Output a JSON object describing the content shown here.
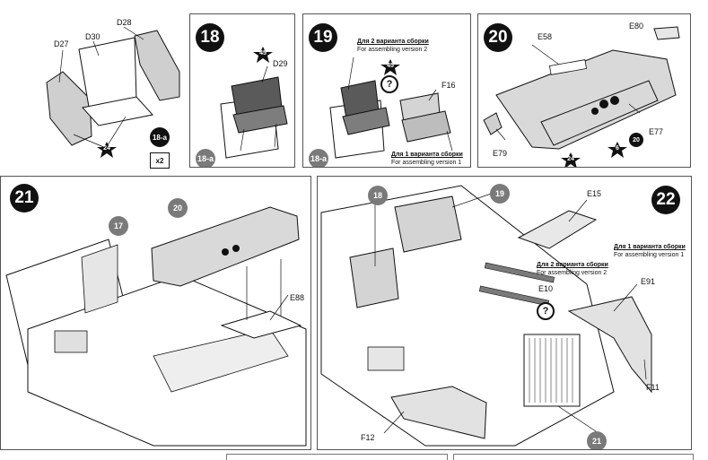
{
  "intro": {
    "parts": [
      "D27",
      "D30",
      "D28"
    ],
    "ref_step": "18-a",
    "star": "24",
    "multiplier": "x2"
  },
  "step18": {
    "number": "18",
    "part": "D29",
    "star": "45",
    "ref": "18-a"
  },
  "step19": {
    "number": "19",
    "version2_title": "Для 2 варианта сборки",
    "version2_sub": "For assembling version 2",
    "version1_title": "Для 1 варианта сборки",
    "version1_sub": "For assembling version 1",
    "part": "F16",
    "star": "45",
    "question": "?",
    "ref": "18-a"
  },
  "step20": {
    "number": "20",
    "parts": [
      "E80",
      "E58",
      "E77",
      "E79"
    ],
    "stars": [
      "24",
      "6"
    ],
    "ref": "20"
  },
  "step21": {
    "number": "21",
    "refs": [
      "17",
      "20"
    ],
    "part": "E88"
  },
  "step22": {
    "number": "22",
    "refs": [
      "18",
      "19",
      "21"
    ],
    "parts": [
      "E15",
      "E10",
      "E91",
      "F11",
      "F12"
    ],
    "version1_title": "Для 1 варианта сборки",
    "version1_sub": "For assembling version 1",
    "version2_title": "Для 2 варианта сборки",
    "version2_sub": "For assembling version 2",
    "question": "?"
  },
  "colors": {
    "ink": "#111111",
    "part_fill": "#d9d9d9",
    "ref_gray": "#7a7a7a"
  }
}
